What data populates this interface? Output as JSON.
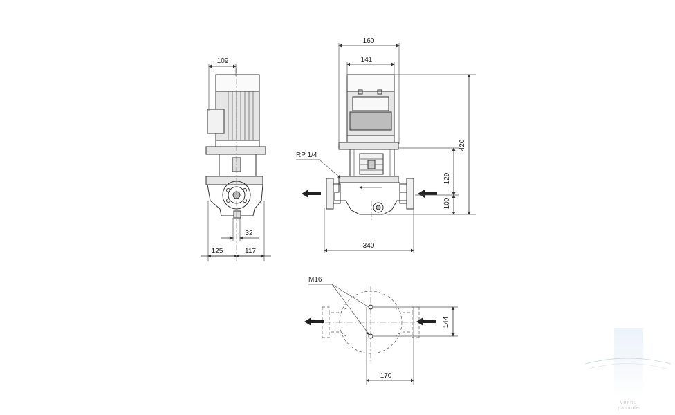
{
  "dimensions": {
    "side_motor_width": "109",
    "side_left": "125",
    "side_right": "117",
    "side_pipe": "32",
    "front_motor_outer": "160",
    "front_motor_inner": "141",
    "front_total_height": "420",
    "front_pump_height": "129",
    "front_base_height": "100",
    "front_length": "340",
    "plan_width": "144",
    "plan_length": "170"
  },
  "labels": {
    "vent_thread": "RP 1/4",
    "bolt_thread": "M16"
  },
  "watermark": {
    "text_line1": "vennu",
    "text_line2": "pasaule"
  }
}
